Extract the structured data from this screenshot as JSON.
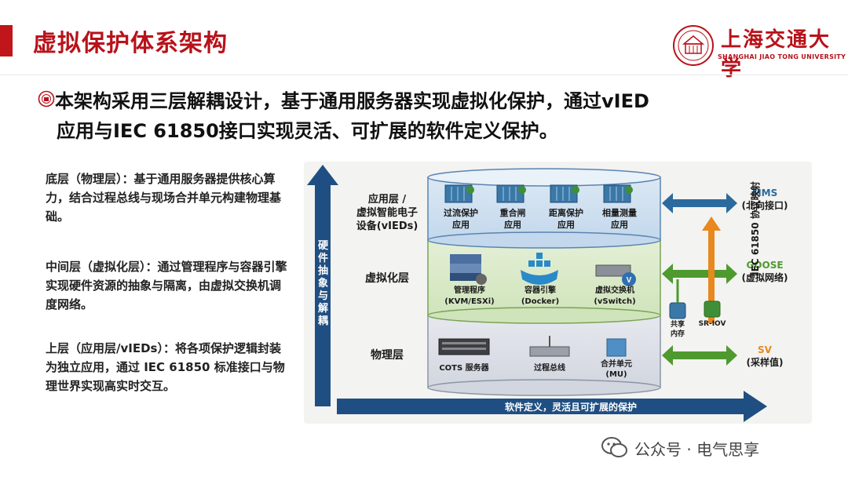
{
  "header": {
    "title": "虚拟保护体系架构",
    "logo_text": "上海交通大学",
    "logo_sub": "SHANGHAI JIAO TONG UNIVERSITY",
    "accent_color": "#c0151b"
  },
  "headline": {
    "line1": "本架构采用三层解耦设计，基于通用服务器实现虚拟化保护，通过vIED",
    "line2": "应用与IEC 61850接口实现灵活、可扩展的软件定义保护。"
  },
  "paragraphs": [
    "底层（物理层）：基于通用服务器提供核心算力，结合过程总线与现场合并单元构建物理基础。",
    "中间层（虚拟化层）：通过管理程序与容器引擎实现硬件资源的抽象与隔离，由虚拟交换机调度网络。",
    "上层（应用层/vIEDs）：将各项保护逻辑封装为独立应用，通过 IEC 61850 标准接口与物理世界实现高实时交互。"
  ],
  "diagram": {
    "vertical_arrow_label": "硬件抽象与解耦",
    "bottom_arrow_label": "软件定义，灵活且可扩展的保护",
    "right_vertical_label": "IEC 61850 协议映射",
    "layers": {
      "app": {
        "label_line1": "应用层 /",
        "label_line2": "虚拟智能电子",
        "label_line3": "设备(vIEDs)",
        "items": [
          {
            "line1": "过流保护",
            "line2": "应用"
          },
          {
            "line1": "重合闸",
            "line2": "应用"
          },
          {
            "line1": "距离保护",
            "line2": "应用"
          },
          {
            "line1": "相量测量",
            "line2": "应用"
          }
        ]
      },
      "virt": {
        "label": "虚拟化层",
        "items": [
          {
            "line1": "管理程序",
            "line2": "(KVM/ESXi)"
          },
          {
            "line1": "容器引擎",
            "line2": "(Docker)"
          },
          {
            "line1": "虚拟交换机",
            "line2": "(vSwitch)"
          }
        ]
      },
      "phys": {
        "label": "物理层",
        "items": [
          {
            "line1": "COTS 服务器",
            "line2": ""
          },
          {
            "line1": "过程总线",
            "line2": ""
          },
          {
            "line1": "合并单元",
            "line2": "(MU)"
          }
        ]
      }
    },
    "interfaces": [
      {
        "name": "MMS",
        "desc": "(北向接口)",
        "color": "#2b6a9e"
      },
      {
        "name": "GOOSE",
        "desc": "(虚拟网络)",
        "color": "#4e9a2e"
      },
      {
        "name": "SV",
        "desc": "(采样值)",
        "color": "#e8881e"
      }
    ],
    "connectors": {
      "shared_memory_line1": "共享",
      "shared_memory_line2": "内存",
      "sriov": "SR-IOV"
    }
  },
  "watermark": "公众号 · 电气思享"
}
